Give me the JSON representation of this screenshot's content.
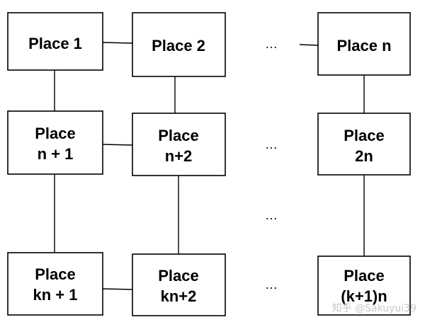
{
  "diagram": {
    "boxes": {
      "r1c1": [
        "Place 1"
      ],
      "r1c2": [
        "Place 2"
      ],
      "r1c3": [
        "Place n"
      ],
      "r2c1": [
        "Place",
        "n + 1"
      ],
      "r2c2": [
        "Place",
        "n+2"
      ],
      "r2c3": [
        "Place",
        "2n"
      ],
      "r3c1": [
        "Place",
        "kn + 1"
      ],
      "r3c2": [
        "Place",
        "kn+2"
      ],
      "r3c3": [
        "Place",
        "(k+1)n"
      ]
    },
    "ellipsis": "…"
  },
  "watermark": "知乎 @Sakuyui39"
}
